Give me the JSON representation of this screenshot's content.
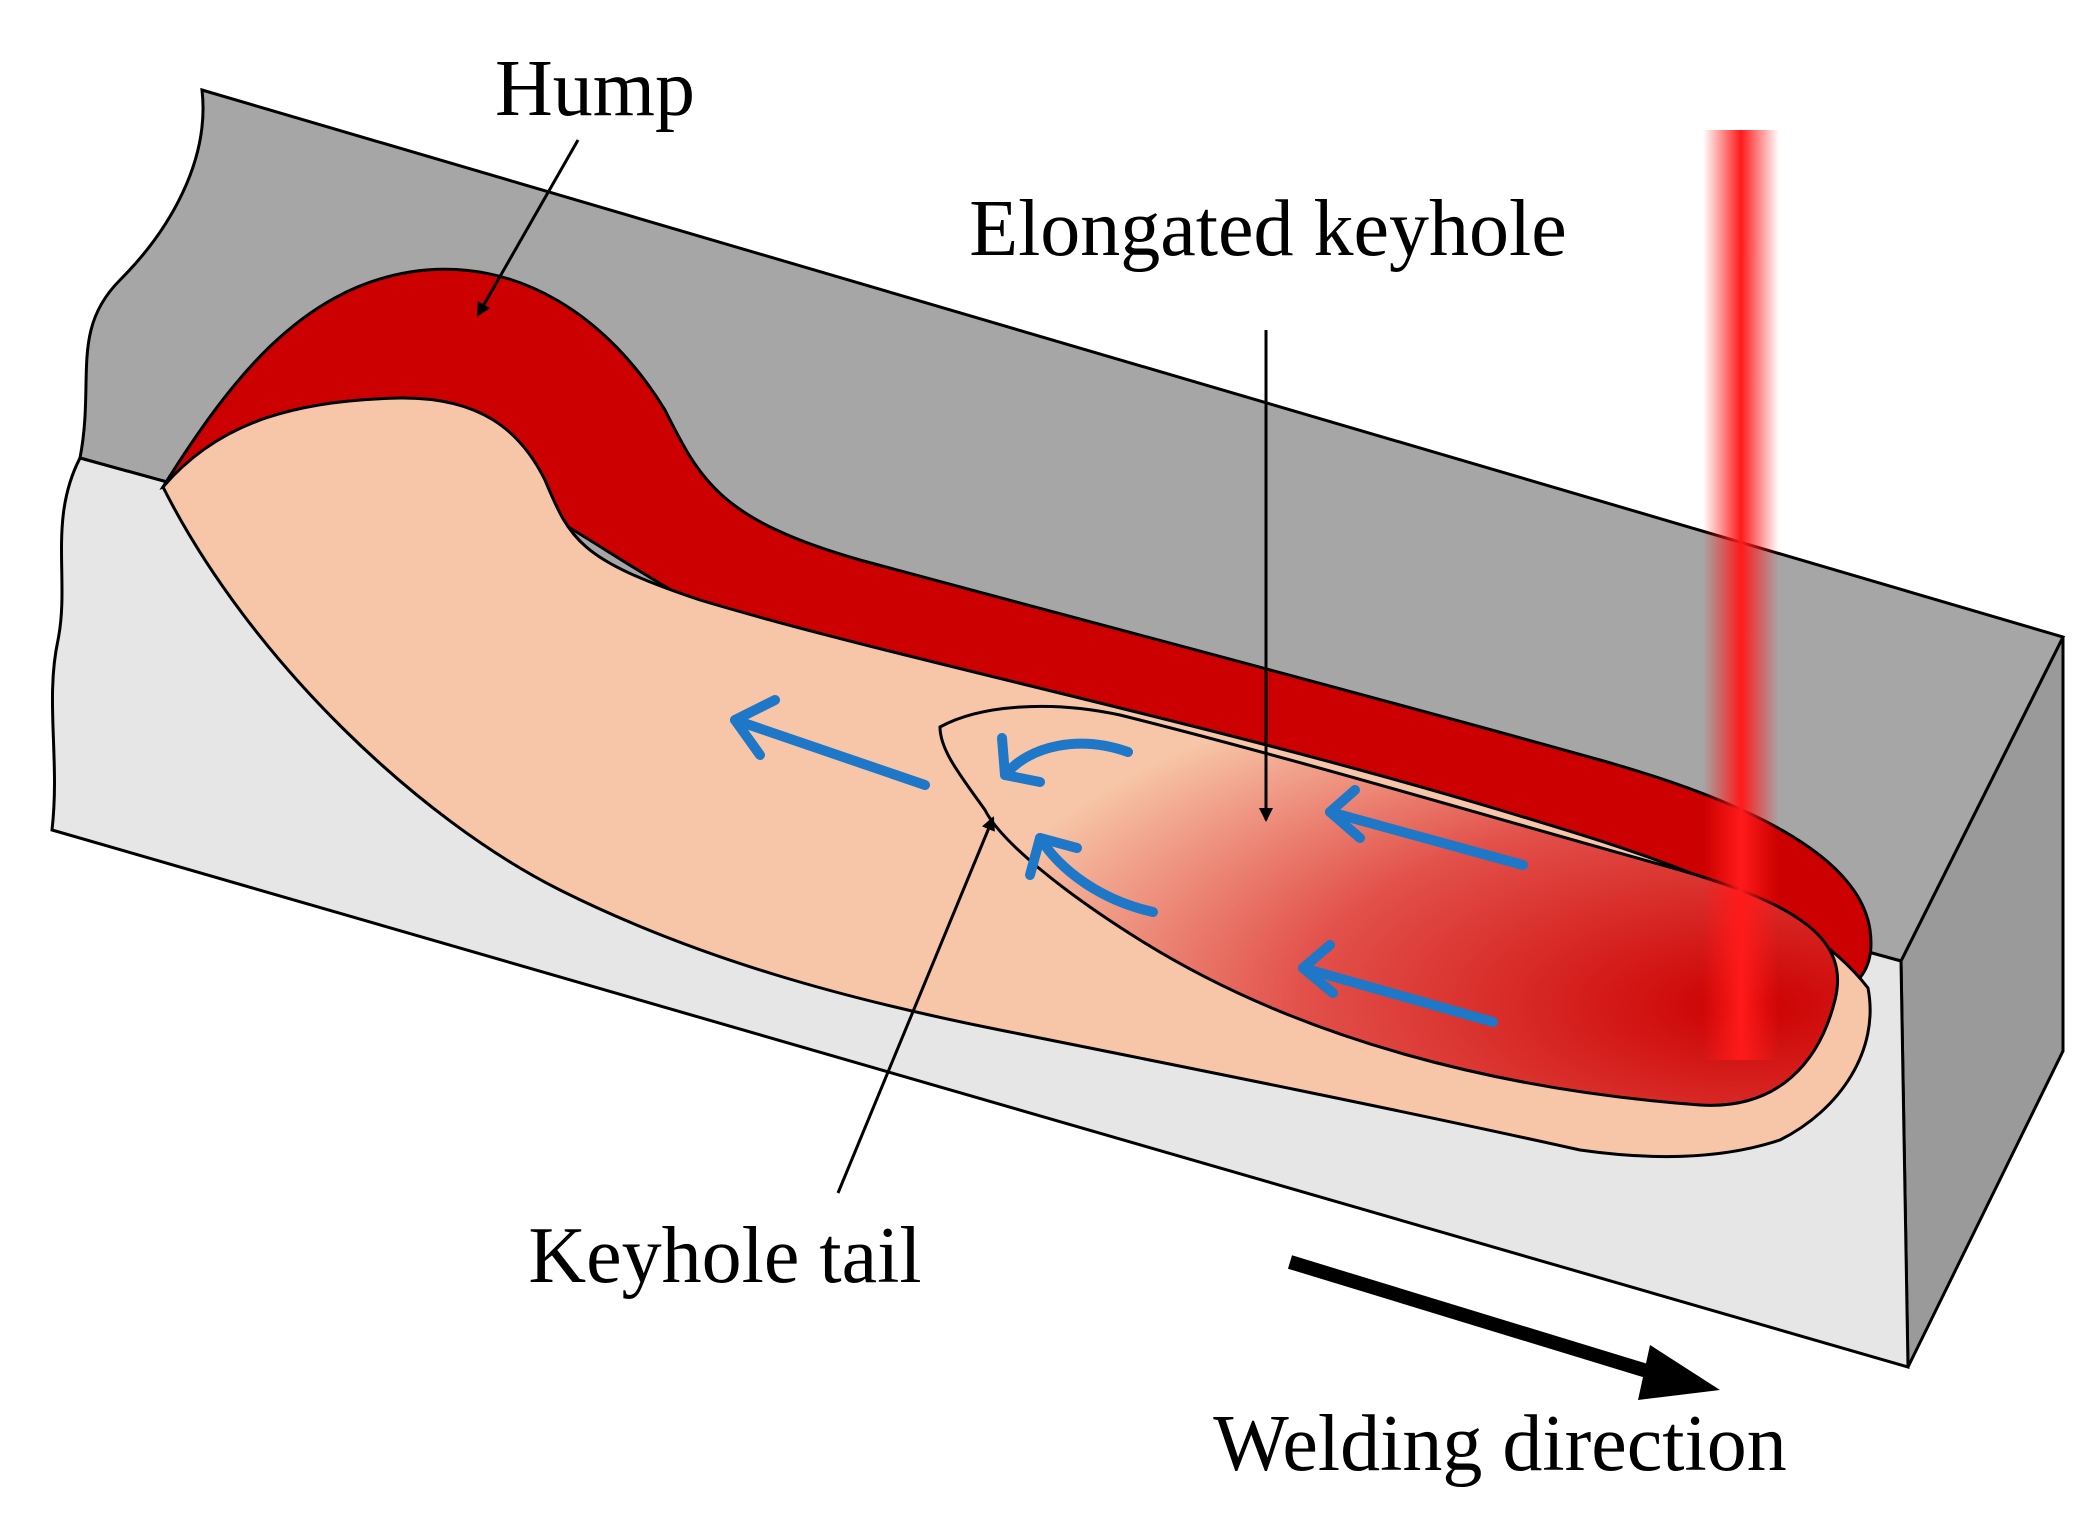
{
  "labels": {
    "hump": "Hump",
    "elongated_keyhole": "Elongated keyhole",
    "keyhole_tail": "Keyhole tail",
    "welding_direction": "Welding direction"
  },
  "colors": {
    "top_surface": "#a6a6a6",
    "front_face": "#e6e6e6",
    "melt_pool": "#f7c6a8",
    "hump_metal": "#cc0000",
    "laser": "#ff1a1a",
    "flow_arrows": "#1f77c8",
    "outline": "#000000"
  }
}
